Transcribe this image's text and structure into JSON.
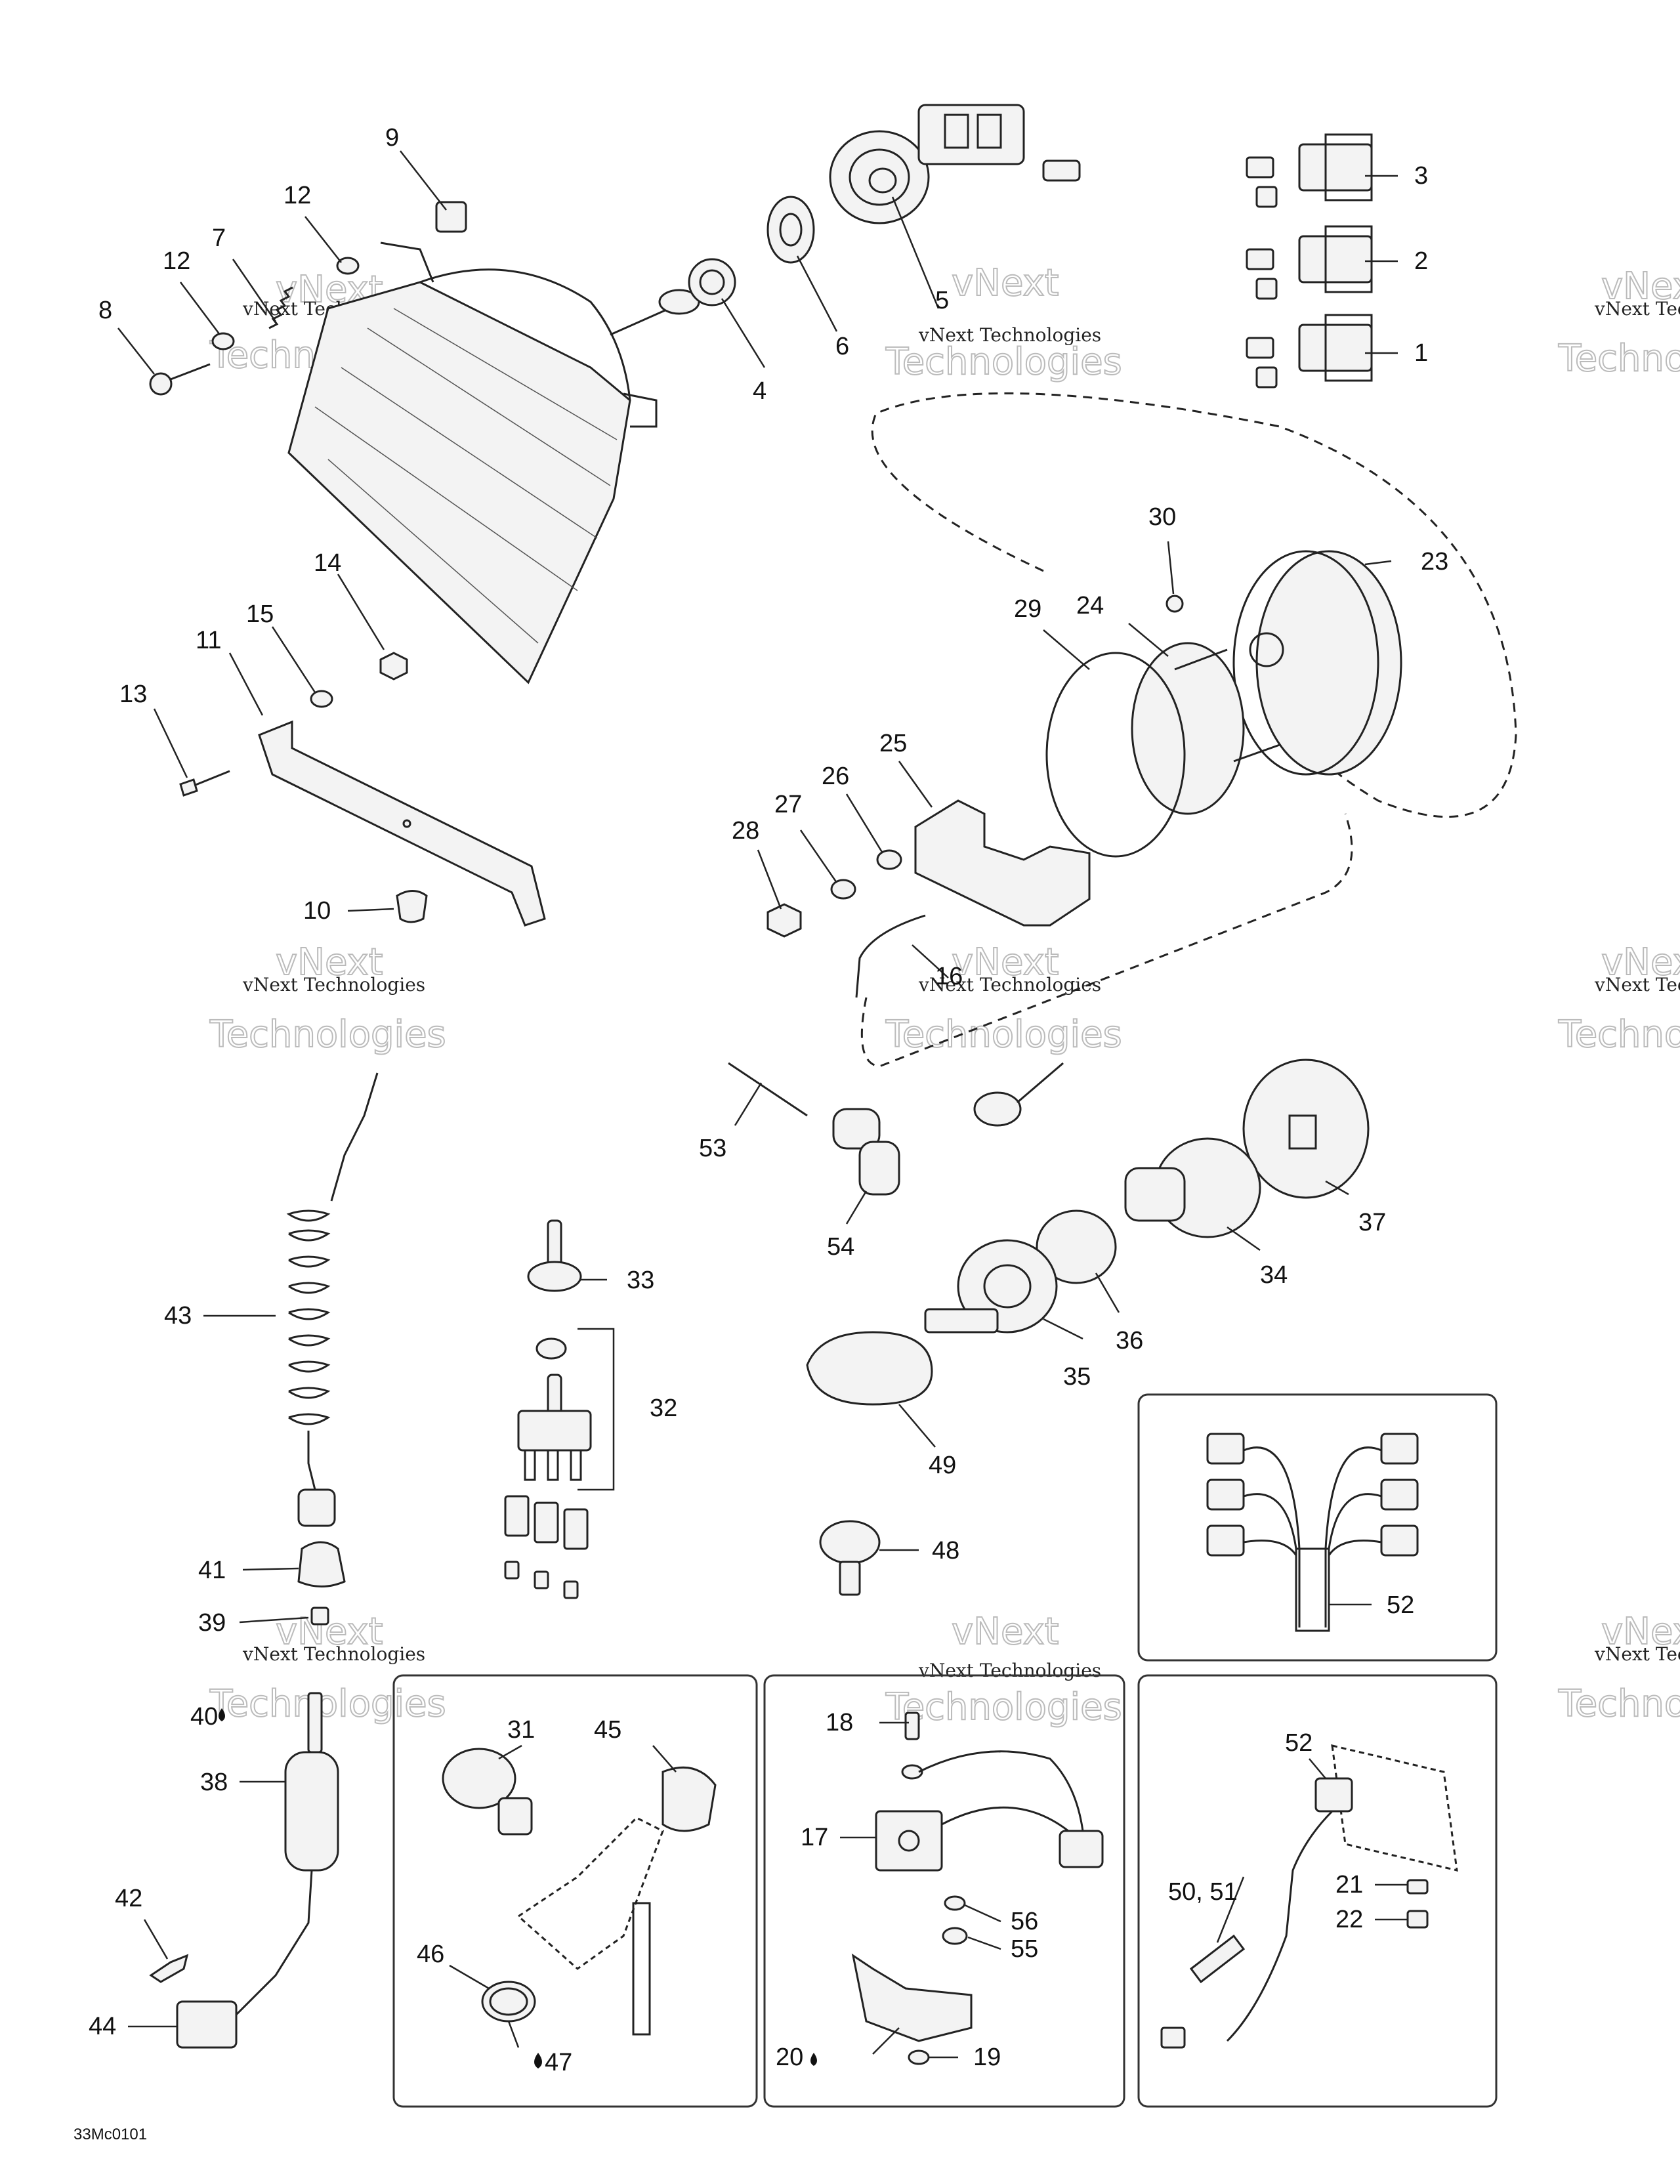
{
  "diagram_code": "33Mc0101",
  "watermark": {
    "line1": "vNext Technologies",
    "line2": "Technologies",
    "logo": "vNext"
  },
  "callouts": [
    {
      "id": "c1",
      "text": "1"
    },
    {
      "id": "c2",
      "text": "2"
    },
    {
      "id": "c3",
      "text": "3"
    },
    {
      "id": "c4",
      "text": "4"
    },
    {
      "id": "c5",
      "text": "5"
    },
    {
      "id": "c6",
      "text": "6"
    },
    {
      "id": "c7",
      "text": "7"
    },
    {
      "id": "c8",
      "text": "8"
    },
    {
      "id": "c9",
      "text": "9"
    },
    {
      "id": "c10",
      "text": "10"
    },
    {
      "id": "c11",
      "text": "11"
    },
    {
      "id": "c12a",
      "text": "12"
    },
    {
      "id": "c12b",
      "text": "12"
    },
    {
      "id": "c13",
      "text": "13"
    },
    {
      "id": "c14",
      "text": "14"
    },
    {
      "id": "c15",
      "text": "15"
    },
    {
      "id": "c16",
      "text": "16"
    },
    {
      "id": "c17",
      "text": "17"
    },
    {
      "id": "c18",
      "text": "18"
    },
    {
      "id": "c19",
      "text": "19"
    },
    {
      "id": "c20",
      "text": "20"
    },
    {
      "id": "c21",
      "text": "21"
    },
    {
      "id": "c22",
      "text": "22"
    },
    {
      "id": "c23",
      "text": "23"
    },
    {
      "id": "c24",
      "text": "24"
    },
    {
      "id": "c25",
      "text": "25"
    },
    {
      "id": "c26",
      "text": "26"
    },
    {
      "id": "c27",
      "text": "27"
    },
    {
      "id": "c28",
      "text": "28"
    },
    {
      "id": "c29",
      "text": "29"
    },
    {
      "id": "c30",
      "text": "30"
    },
    {
      "id": "c31",
      "text": "31"
    },
    {
      "id": "c32",
      "text": "32"
    },
    {
      "id": "c33",
      "text": "33"
    },
    {
      "id": "c34",
      "text": "34"
    },
    {
      "id": "c35",
      "text": "35"
    },
    {
      "id": "c36",
      "text": "36"
    },
    {
      "id": "c37",
      "text": "37"
    },
    {
      "id": "c38",
      "text": "38"
    },
    {
      "id": "c39",
      "text": "39"
    },
    {
      "id": "c40",
      "text": "40"
    },
    {
      "id": "c41",
      "text": "41"
    },
    {
      "id": "c42",
      "text": "42"
    },
    {
      "id": "c43",
      "text": "43"
    },
    {
      "id": "c44",
      "text": "44"
    },
    {
      "id": "c45",
      "text": "45"
    },
    {
      "id": "c46",
      "text": "46"
    },
    {
      "id": "c47",
      "text": "47"
    },
    {
      "id": "c48",
      "text": "48"
    },
    {
      "id": "c49",
      "text": "49"
    },
    {
      "id": "c50",
      "text": "50, 51"
    },
    {
      "id": "c52a",
      "text": "52"
    },
    {
      "id": "c52b",
      "text": "52"
    },
    {
      "id": "c53",
      "text": "53"
    },
    {
      "id": "c54",
      "text": "54"
    },
    {
      "id": "c55",
      "text": "55"
    },
    {
      "id": "c56",
      "text": "56"
    }
  ]
}
